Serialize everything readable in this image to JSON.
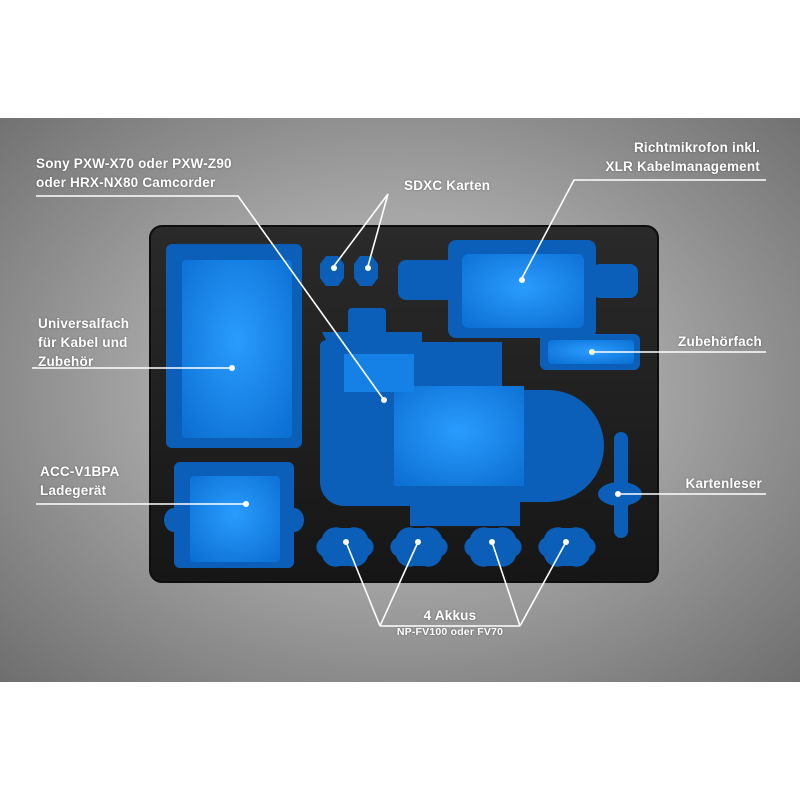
{
  "colors": {
    "foam_black": "#1f1f1f",
    "foam_blue": "#1a8ef0",
    "leader_line": "#ffffff",
    "label_text": "#ffffff"
  },
  "callouts": {
    "camcorder": [
      "Sony PXW-X70 oder PXW-Z90",
      "oder HRX-NX80 Camcorder"
    ],
    "sdxc": [
      "SDXC Karten"
    ],
    "microphone": [
      "Richtmikrofon inkl.",
      "XLR Kabelmanagement"
    ],
    "universal": [
      "Universalfach",
      "für Kabel und",
      "Zubehör"
    ],
    "accessory": [
      "Zubehörfach"
    ],
    "charger": [
      "ACC-V1BPA",
      "Ladegerät"
    ],
    "card_reader": [
      "Kartenleser"
    ],
    "batteries": [
      "4 Akkus",
      "NP-FV100 oder FV70"
    ]
  }
}
